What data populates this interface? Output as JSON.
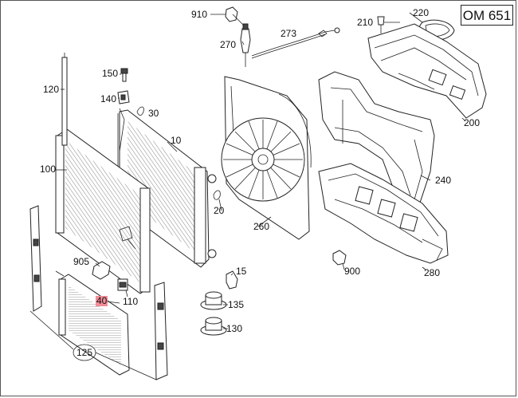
{
  "header": {
    "engine_code": "OM 651"
  },
  "parts": [
    {
      "id": "p910",
      "label": "910"
    },
    {
      "id": "p270",
      "label": "270"
    },
    {
      "id": "p273",
      "label": "273"
    },
    {
      "id": "p210",
      "label": "210"
    },
    {
      "id": "p220",
      "label": "220"
    },
    {
      "id": "p120",
      "label": "120"
    },
    {
      "id": "p150",
      "label": "150"
    },
    {
      "id": "p140",
      "label": "140"
    },
    {
      "id": "p30",
      "label": "30"
    },
    {
      "id": "p200",
      "label": "200"
    },
    {
      "id": "p10",
      "label": "10"
    },
    {
      "id": "p100",
      "label": "100"
    },
    {
      "id": "p20",
      "label": "20"
    },
    {
      "id": "p240",
      "label": "240"
    },
    {
      "id": "p260",
      "label": "260"
    },
    {
      "id": "p905",
      "label": "905"
    },
    {
      "id": "p15",
      "label": "15"
    },
    {
      "id": "p900",
      "label": "900"
    },
    {
      "id": "p40",
      "label": "40",
      "highlighted": true
    },
    {
      "id": "p110",
      "label": "110"
    },
    {
      "id": "p135",
      "label": "135"
    },
    {
      "id": "p280",
      "label": "280"
    },
    {
      "id": "p130",
      "label": "130"
    },
    {
      "id": "p125",
      "label": "125"
    }
  ],
  "colors": {
    "highlight": "#f28c96",
    "line": "#222222"
  }
}
